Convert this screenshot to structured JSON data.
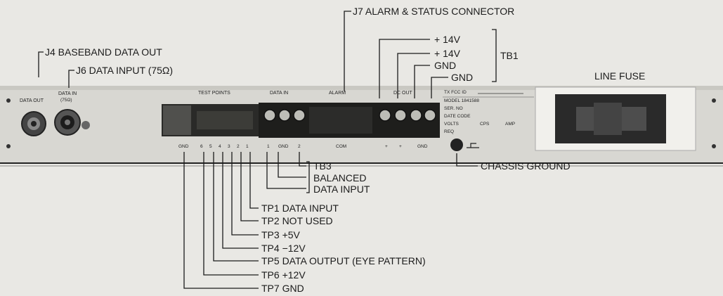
{
  "callouts": {
    "j7": "J7 ALARM & STATUS CONNECTOR",
    "j4": "J4 BASEBAND DATA OUT",
    "j6": "J6 DATA INPUT (75Ω)",
    "tb1_v1": "+ 14V",
    "tb1_v2": "+ 14V",
    "tb1_gnd1": "GND",
    "tb1_gnd2": "GND",
    "tb1": "TB1",
    "line_fuse": "LINE FUSE",
    "chassis_ground": "CHASSIS GROUND",
    "tb3": "TB3",
    "balanced": "BALANCED",
    "data_input": "DATA INPUT",
    "tp1": "TP1 DATA INPUT",
    "tp2": "TP2 NOT USED",
    "tp3": "TP3 +5V",
    "tp4": "TP4 −12V",
    "tp5": "TP5 DATA OUTPUT (EYE PATTERN)",
    "tp6": "TP6 +12V",
    "tp7": "TP7 GND"
  },
  "panel": {
    "data_out": "DATA OUT",
    "data_in": "DATA IN",
    "data_in_sub": "(75Ω)",
    "test_points": "TEST POINTS",
    "data_in_tb": "DATA IN",
    "alarm": "ALARM",
    "dc_out": "DC OUT",
    "tp_labels": [
      "GND",
      "6",
      "5",
      "4",
      "3",
      "2",
      "1"
    ],
    "tb3_labels": [
      "1",
      "GND",
      "2"
    ],
    "alarm_labels": [
      "COM"
    ],
    "dc_labels": [
      "+",
      "+",
      "GND"
    ],
    "plate": {
      "tx_fcc": "TX FCC ID",
      "model": "MODEL  1841588",
      "ser": "SER. NO",
      "date": "DATE CODE",
      "volts": "VOLTS",
      "cps": "CPS",
      "amp": "AMP",
      "req": "REQ"
    }
  }
}
